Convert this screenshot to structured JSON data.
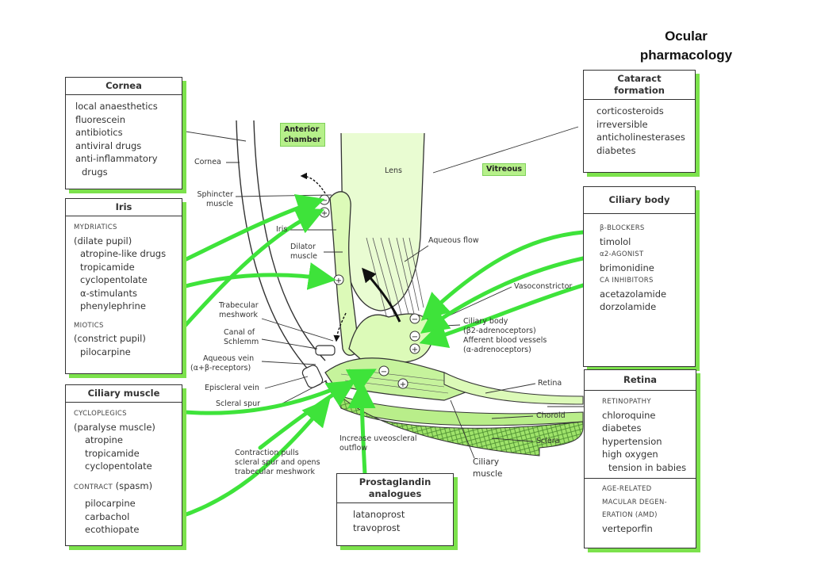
{
  "title": "Ocular pharmacology",
  "boxes": {
    "cornea": {
      "header": "Cornea",
      "lines": [
        "local anaesthetics",
        "fluorescein",
        "antibiotics",
        "antiviral drugs",
        "anti-inflammatory",
        "drugs"
      ]
    },
    "iris": {
      "header": "Iris",
      "mydriatics": "MYDRIATICS",
      "mydriatics_sub": "(dilate pupil)",
      "mydriatic_drugs": [
        "atropine-like drugs",
        "tropicamide",
        "cyclopentolate",
        "α-stimulants",
        "phenylephrine"
      ],
      "miotics": "MIOTICS",
      "miotics_sub": "(constrict pupil)",
      "miotic_drugs": [
        "pilocarpine"
      ]
    },
    "ciliary_muscle": {
      "header": "Ciliary muscle",
      "cycloplegics": "CYCLOPLEGICS",
      "cycloplegics_sub": "(paralyse muscle)",
      "cycloplegic_drugs": [
        "atropine",
        "tropicamide",
        "cyclopentolate"
      ],
      "contract": "CONTRACT",
      "contract_sub": "(spasm)",
      "contract_drugs": [
        "pilocarpine",
        "carbachol",
        "ecothiopate"
      ]
    },
    "cataract": {
      "header_line1": "Cataract",
      "header_line2": "formation",
      "lines": [
        "corticosteroids",
        "irreversible",
        "anticholinesterases",
        "diabetes"
      ]
    },
    "ciliary_body": {
      "header": "Ciliary body",
      "beta": "β-BLOCKERS",
      "beta_drugs": [
        "timolol"
      ],
      "alpha": "α2-AGONIST",
      "alpha_drugs": [
        "brimonidine"
      ],
      "ca": "CA INHIBITORS",
      "ca_drugs": [
        "acetazolamide",
        "dorzolamide"
      ]
    },
    "retina": {
      "header": "Retina",
      "retinopathy": "RETINOPATHY",
      "retinopathy_causes": [
        "chloroquine",
        "diabetes",
        "hypertension",
        "high oxygen"
      ],
      "retinopathy_note": "tension in babies",
      "amd_lines": [
        "AGE-RELATED",
        "MACULAR DEGEN-",
        "ERATION (AMD)"
      ],
      "amd_drugs": [
        "verteporfin"
      ]
    },
    "prostaglandin": {
      "header_line1": "Prostaglandin",
      "header_line2": "analogues",
      "lines": [
        "latanoprost",
        "travoprost"
      ]
    }
  },
  "tags": {
    "anterior_chamber_1": "Anterior",
    "anterior_chamber_2": "chamber",
    "vitreous": "Vitreous"
  },
  "labels": {
    "cornea": "Cornea",
    "lens": "Lens",
    "sphincter_1": "Sphincter",
    "sphincter_2": "muscle",
    "iris": "Iris",
    "dilator_1": "Dilator",
    "dilator_2": "muscle",
    "aqueous_flow": "Aqueous flow",
    "vasoconstrictor": "Vasoconstrictor",
    "trabecular_1": "Trabecular",
    "trabecular_2": "meshwork",
    "canal_1": "Canal of",
    "canal_2": "Schlemm",
    "aqueous_vein_1": "Aqueous vein",
    "aqueous_vein_2": "(α+β-receptors)",
    "episcleral_vein": "Episcleral vein",
    "scleral_spur": "Scleral spur",
    "ciliary_body_1": "Ciliary body",
    "ciliary_body_2": "(β2-adrenoceptors)",
    "ciliary_body_3": "Afferent blood vessels",
    "ciliary_body_4": "(α-adrenoceptors)",
    "retina": "Retina",
    "choroid": "Choroid",
    "sclera": "Sclera",
    "uveoscleral_1": "Increase uveoscleral",
    "uveoscleral_2": "outflow",
    "contraction_1": "Contraction pulls",
    "contraction_2": "scleral spur and opens",
    "contraction_3": "trabecular meshwork",
    "ciliary_muscle_1": "Ciliary",
    "ciliary_muscle_2": "muscle"
  },
  "colors": {
    "green": "#7ce24c",
    "arrow_green": "#3ee33a",
    "tissue": "#dcfab8",
    "tissue_dark": "#b9ee8a"
  }
}
